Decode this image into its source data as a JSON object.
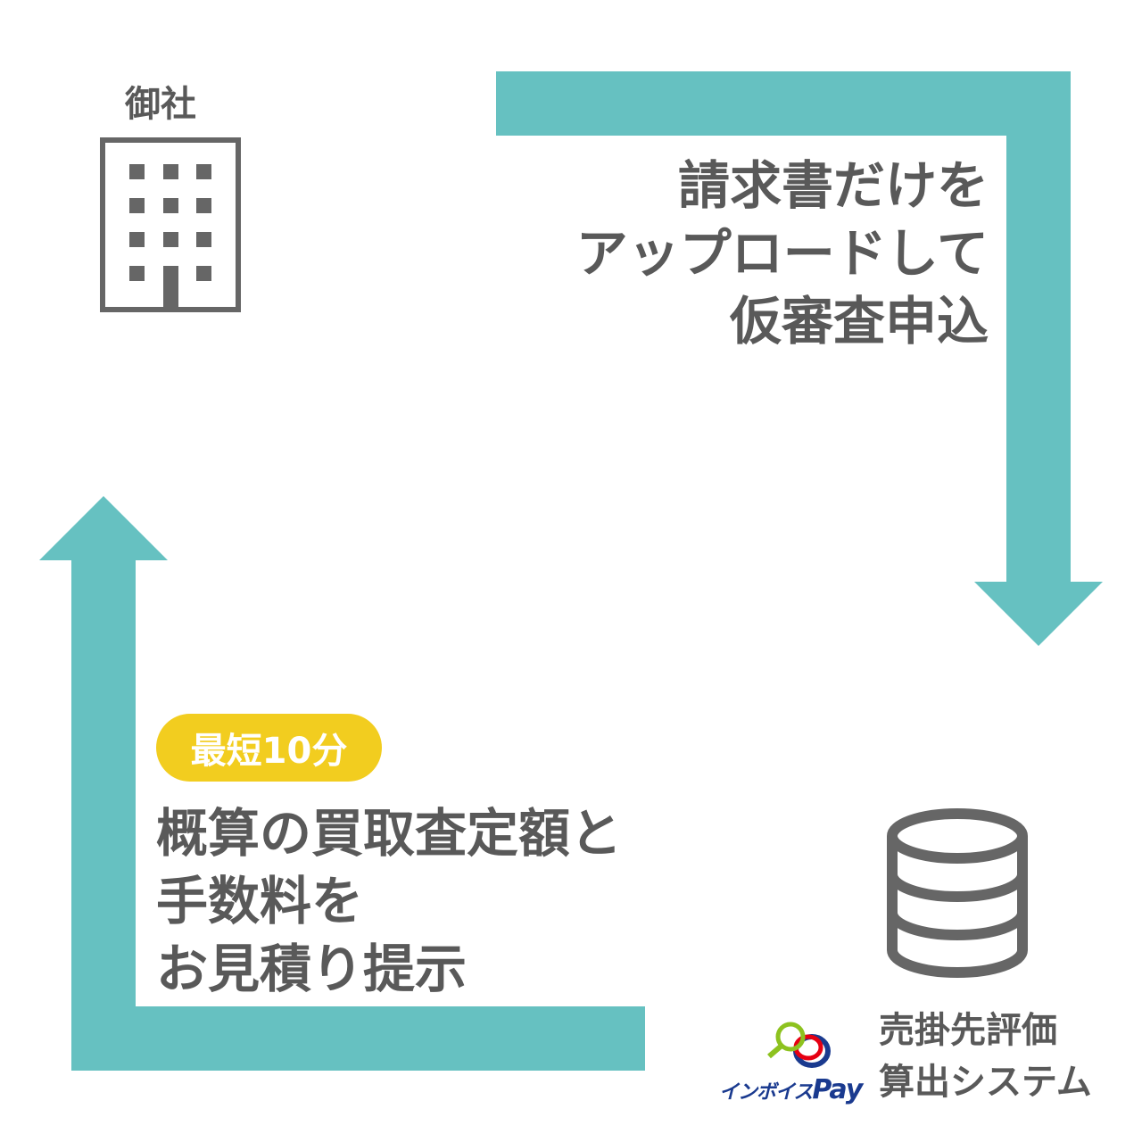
{
  "company": {
    "label": "御社"
  },
  "upload_step": {
    "lines": [
      "請求書だけを",
      "アップロードして",
      "仮審査申込"
    ]
  },
  "estimate_step": {
    "badge": "最短10分",
    "lines": [
      "概算の買取査定額と",
      "手数料を",
      "お見積り提示"
    ]
  },
  "system": {
    "lines": [
      "売掛先評価",
      "算出システム"
    ],
    "logo": {
      "text_jp": "インボイス",
      "text_pay": "Pay"
    }
  },
  "colors": {
    "arrow": "#66c1c1",
    "badge": "#f2cd1f",
    "text": "#595959",
    "icon": "#666666",
    "logo_green": "#8dc21f",
    "logo_red": "#e60012",
    "logo_blue": "#1a3a8f"
  },
  "icons": [
    "building-icon",
    "database-icon",
    "invoice-pay-logo"
  ]
}
